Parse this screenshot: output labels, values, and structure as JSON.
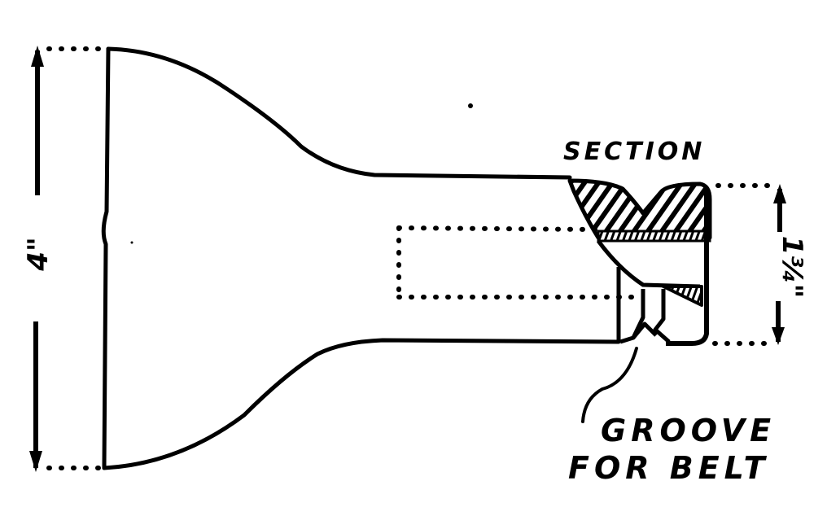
{
  "figure": {
    "type": "technical-drawing",
    "subject": "handle with belt groove pulley end",
    "line_color": "#000000",
    "background": "#ffffff"
  },
  "labels": {
    "section": "SECTION",
    "groove_line1": "GROOVE",
    "groove_line2": "FOR BELT"
  },
  "dimensions": {
    "overall_height": "4\"",
    "end_diameter": "1¾\""
  }
}
